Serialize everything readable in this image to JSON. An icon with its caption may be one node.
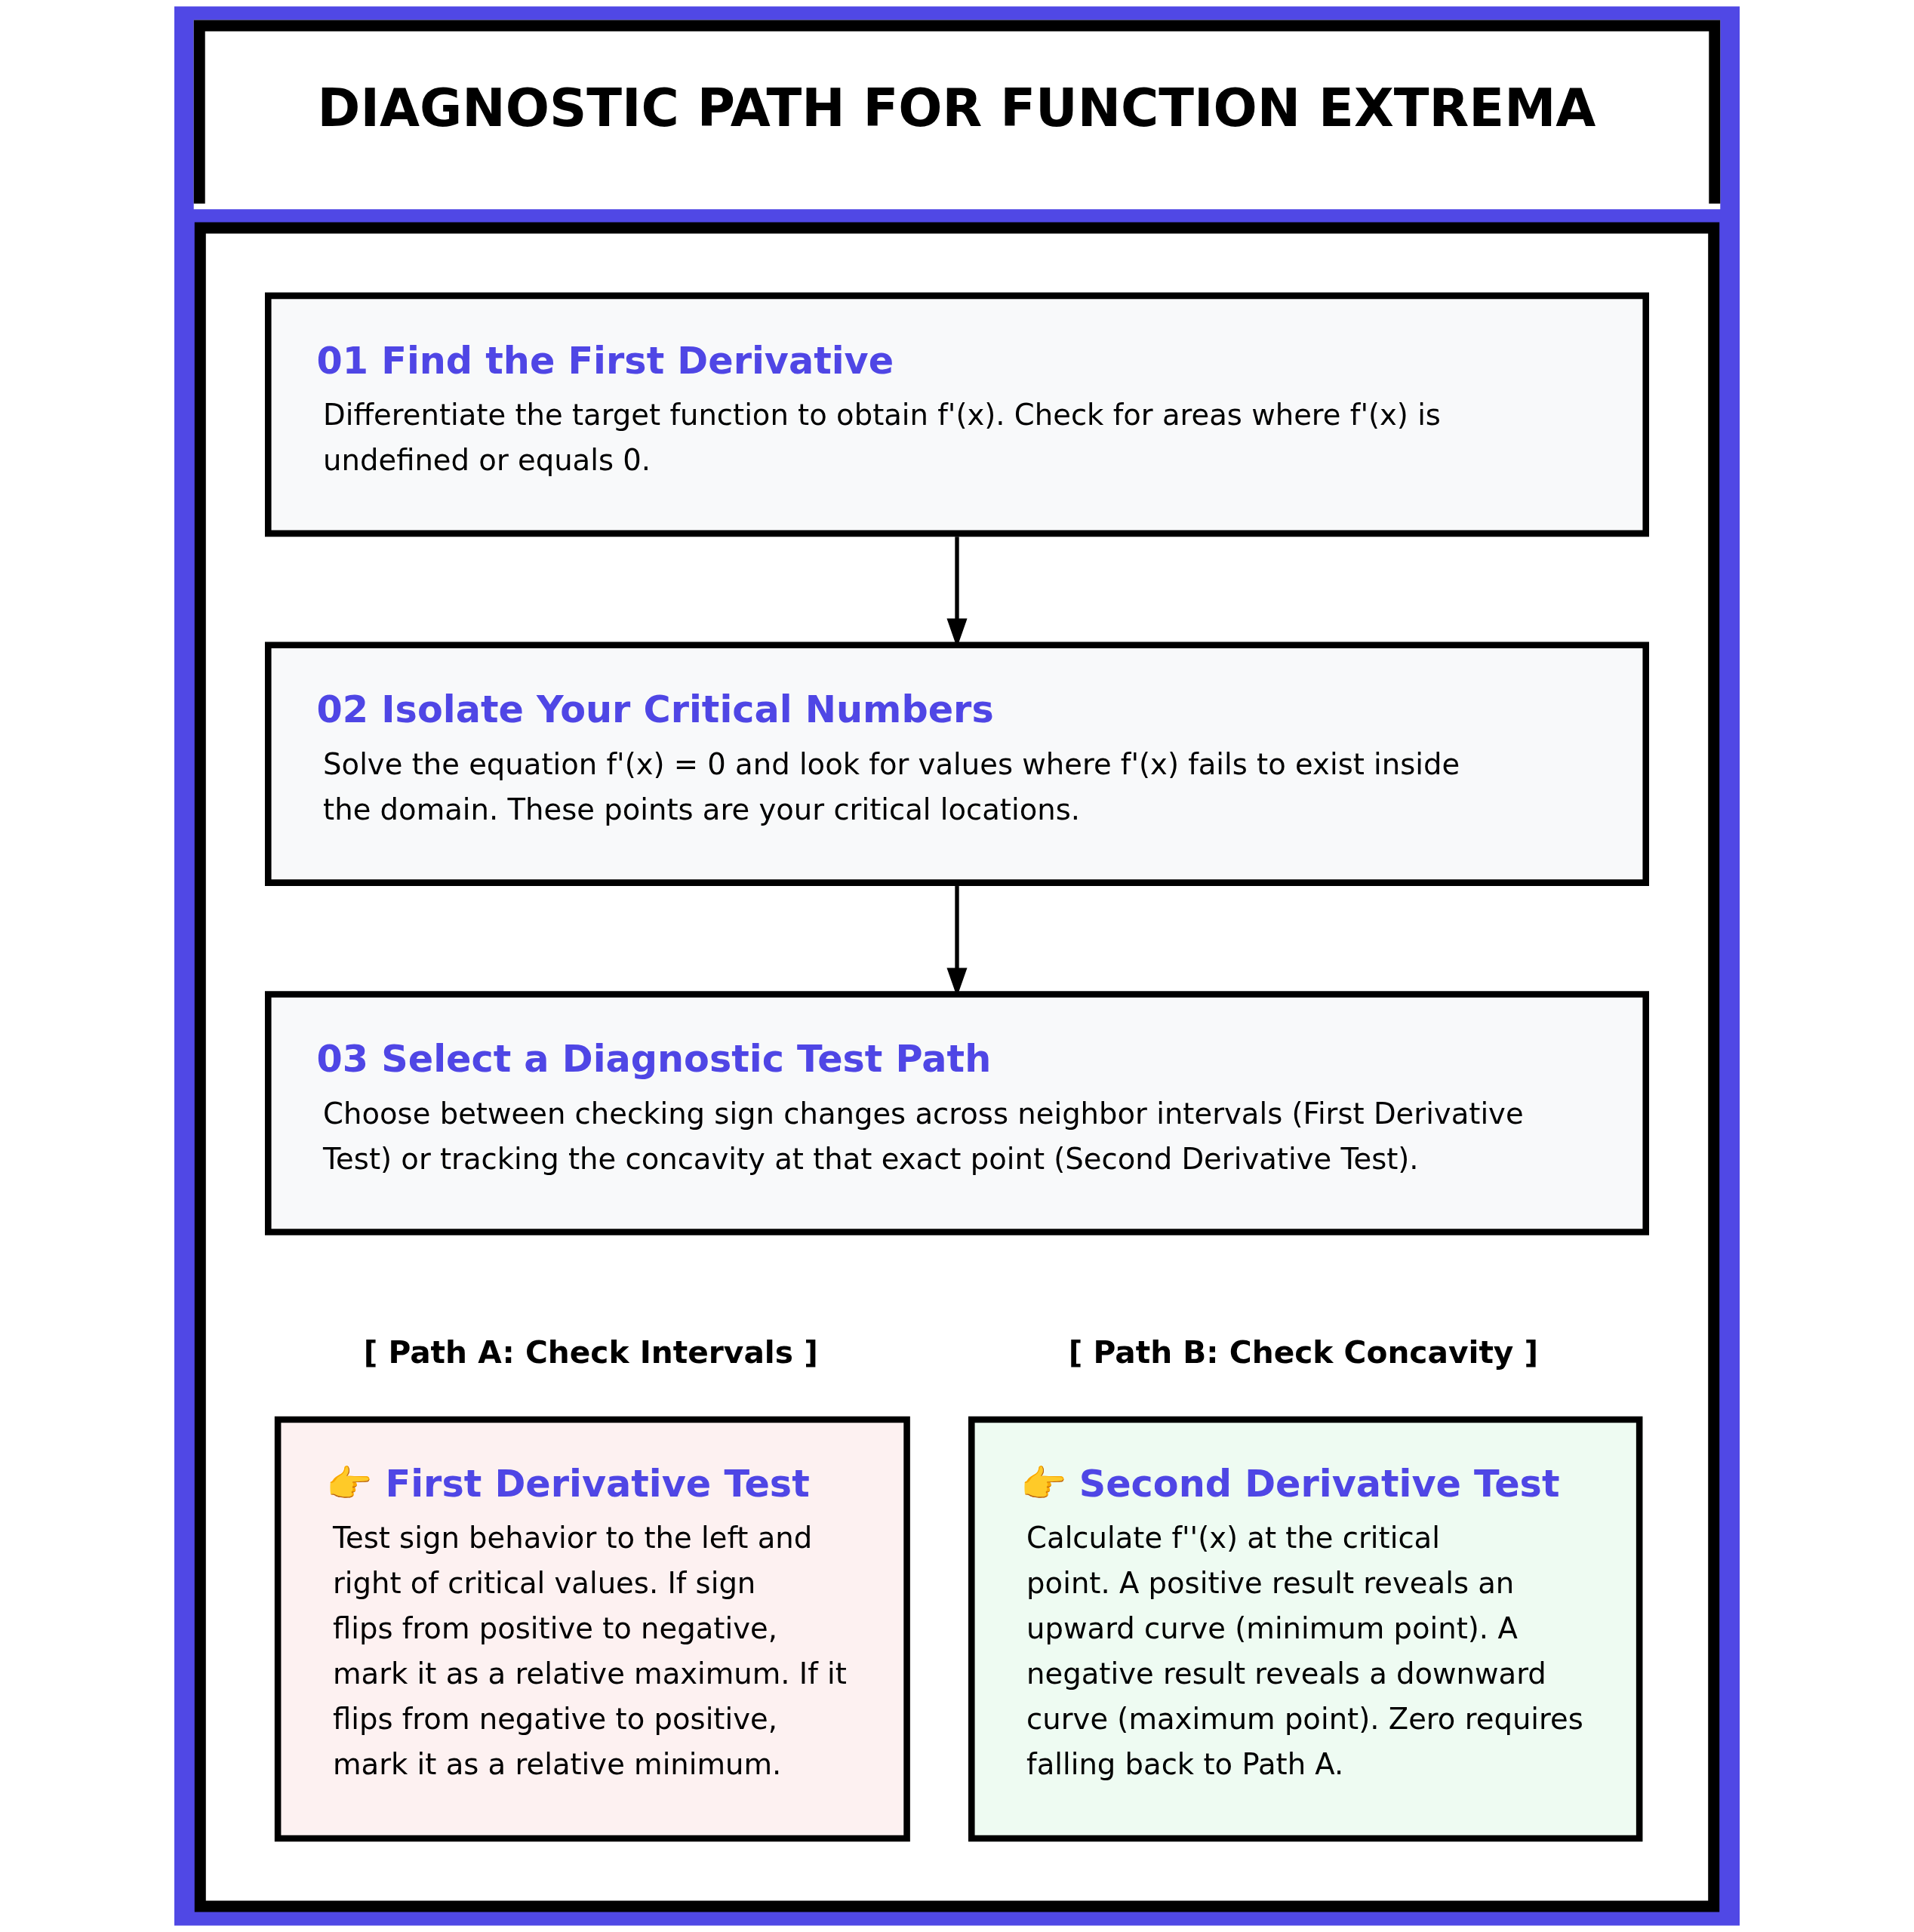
{
  "diagram": {
    "title": "DIAGNOSTIC PATH FOR FUNCTION EXTREMA",
    "nodes": [
      {
        "text": [],
        "shape": "box"
      },
      {
        "text": [
          "01 Find the First Derivative",
          "Differentiate the target function to obtain f'(x). Check for areas where f'(x) is undefined or equals 0."
        ],
        "in": 0
      },
      {
        "text": [
          "02 Isolate Your Critical Numbers",
          "Solve the equation f'(x) = 0 and look for values where f'(x) fails to exist inside the domain. These points are your critical locations."
        ],
        "in": 0
      },
      {
        "text": [
          "03 Select a Diagnostic Test Path",
          "Choose between checking sign changes across neighbor intervals (First Derivative Test) or tracking the concavity at that exact point (Second Derivative Test)."
        ],
        "in": 0
      },
      {
        "text": [
          "[ Path A: Check Intervals ]",
          "👉 First Derivative Test",
          "Test sign behavior to the left and right of critical values. If sign flips from positive to negative, mark it as a relative maximum. If it flips from negative to positive, mark it as a relative minimum."
        ],
        "in": 0
      },
      {
        "text": [
          "[ Path B: Check Concavity ]",
          "👉 Second Derivative Test",
          "Calculate f''(x) at the critical point. A positive result reveals an upward curve (minimum point). A negative result reveals a downward curve (maximum point). Zero requires falling back to Path A."
        ],
        "in": 0
      }
    ],
    "edges": [
      {
        "from": 1,
        "to": 2,
        "arrow": "to"
      },
      {
        "from": 2,
        "to": 3,
        "arrow": "to"
      }
    ]
  }
}
